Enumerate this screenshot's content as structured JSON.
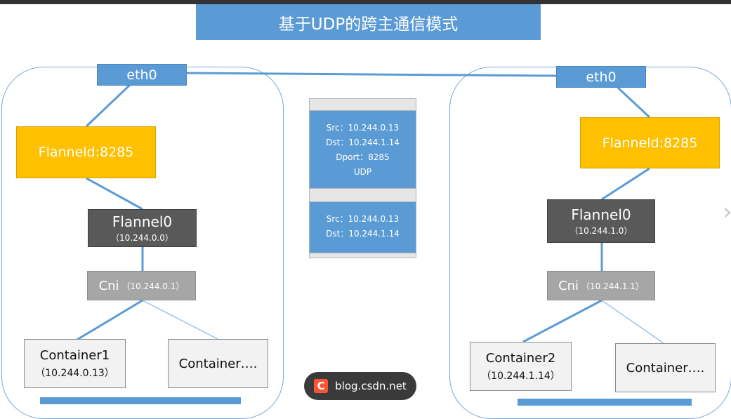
{
  "title": "基于UDP的跨主通信模式",
  "left_node": {
    "eth": "eth0",
    "flanneld": "Flanneld:8285",
    "flannel0_label": "Flannel0",
    "flannel0_ip": "（10.244.0.0）",
    "cni_label": "Cni",
    "cni_ip": "（10.244.0.1）",
    "container1_label": "Container1",
    "container1_ip": "（10.244.0.13）",
    "container_more": "Container…."
  },
  "right_node": {
    "eth": "eth0",
    "flanneld": "Flanneld:8285",
    "flannel0_label": "Flannel0",
    "flannel0_ip": "（10.244.1.0）",
    "cni_label": "Cni",
    "cni_ip": "（10.244.1.1）",
    "container2_label": "Container2",
    "container2_ip": "（10.244.1.14）",
    "container_more": "Container…."
  },
  "packet": {
    "outer": [
      "Src：10.244.0.13",
      "Dst：10.244.1.14",
      "Dport：8285",
      "UDP"
    ],
    "inner": [
      "Src：10.244.0.13",
      "Dst：10.244.1.14"
    ]
  },
  "watermark": {
    "logo": "C",
    "text": "blog.csdn.net"
  },
  "colors": {
    "title_bg": "#5b9bd5",
    "eth_bg": "#5b9bd5",
    "flanneld_bg": "#ffc000",
    "flannel0_bg": "#595959",
    "cni_bg": "#a6a6a6",
    "container_bg": "#f2f2f2",
    "link": "#5b9bd5"
  }
}
